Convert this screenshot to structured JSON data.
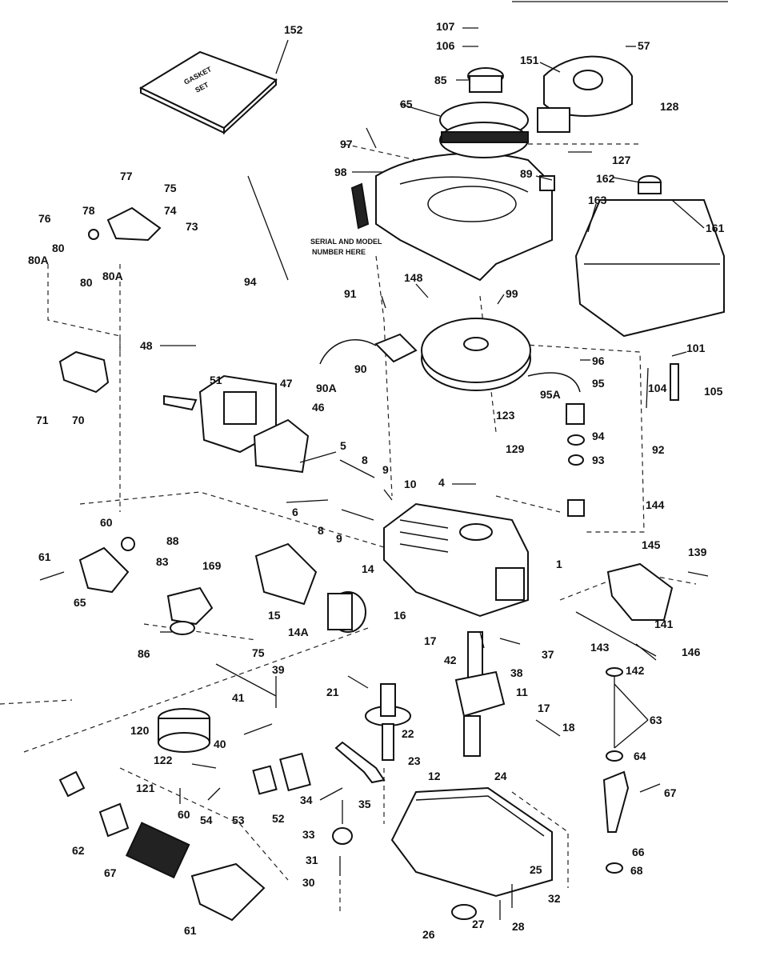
{
  "manual_cover": {
    "line1": "GASKET",
    "line2": "SET"
  },
  "shroud_note": {
    "line1": "SERIAL AND MODEL",
    "line2": "NUMBER HERE"
  },
  "labels": {
    "p152": "152",
    "p107": "107",
    "p106": "106",
    "p85": "85",
    "p151": "151",
    "p57": "57",
    "p65": "65",
    "p128": "128",
    "p127": "127",
    "p97": "97",
    "p98": "98",
    "p89": "89",
    "p162": "162",
    "p163": "163",
    "p161": "161",
    "p77": "77",
    "p75": "75",
    "p74": "74",
    "p76": "76",
    "p78": "78",
    "p73": "73",
    "p80": "80",
    "p80a": "80A",
    "p80b": "80",
    "p80c": "80A",
    "p94": "94",
    "p148": "148",
    "p91": "91",
    "p99": "99",
    "p48": "48",
    "p101": "101",
    "p96": "96",
    "p104": "104",
    "p105": "105",
    "p71": "71",
    "p70": "70",
    "p51": "51",
    "p47": "47",
    "p90": "90",
    "p90a": "90A",
    "p123": "123",
    "p95": "95",
    "p95a": "95A",
    "p46": "46",
    "p94b": "94",
    "p92": "92",
    "p5": "5",
    "p8a": "8",
    "p9a": "9",
    "p10": "10",
    "p129": "129",
    "p93": "93",
    "p4": "4",
    "p6": "6",
    "p8b": "8",
    "p9b": "9",
    "p144": "144",
    "p60": "60",
    "p88": "88",
    "p145": "145",
    "p139": "139",
    "p61": "61",
    "p83": "83",
    "p169": "169",
    "p1": "1",
    "p14": "14",
    "p65b": "65",
    "p15": "15",
    "p14a": "14A",
    "p16": "16",
    "p141": "141",
    "p146": "146",
    "p143": "143",
    "p86": "86",
    "p75b": "75",
    "p17a": "17",
    "p37": "37",
    "p142": "142",
    "p42": "42",
    "p38": "38",
    "p39": "39",
    "p21": "21",
    "p11": "11",
    "p41": "41",
    "p17b": "17",
    "p18": "18",
    "p63": "63",
    "p120": "120",
    "p40": "40",
    "p22": "22",
    "p122": "122",
    "p23": "23",
    "p64": "64",
    "p12": "12",
    "p24": "24",
    "p121": "121",
    "p67": "67",
    "p60b": "60",
    "p53": "53",
    "p52": "52",
    "p34": "34",
    "p35": "35",
    "p54": "54",
    "p62": "62",
    "p33": "33",
    "p66": "66",
    "p67b": "67",
    "p31": "31",
    "p25": "25",
    "p30": "30",
    "p68": "68",
    "p32": "32",
    "p61b": "61",
    "p26": "26",
    "p27": "27",
    "p28": "28"
  }
}
